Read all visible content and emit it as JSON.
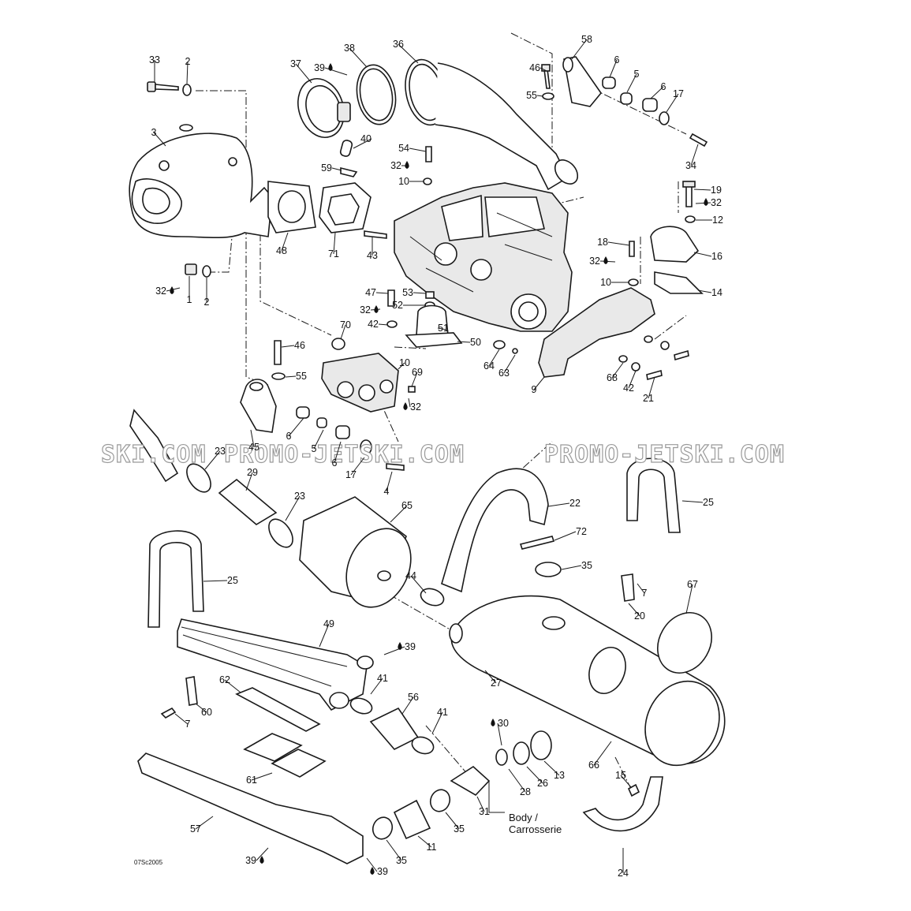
{
  "diagram": {
    "reference_code": "07Sc2005",
    "watermarks": [
      "SKI.COM",
      "PROMO-JETSKI.COM",
      "PROMO-JETSKI.COM"
    ],
    "note_lines": [
      "Body /",
      "Carrosserie"
    ],
    "sealant_icon": "droplet-icon",
    "callouts": [
      "33",
      "2",
      "38",
      "39",
      "37",
      "36",
      "58",
      "46",
      "6",
      "5",
      "6",
      "17",
      "55",
      "34",
      "3",
      "40",
      "54",
      "32",
      "59",
      "10",
      "19",
      "32",
      "12",
      "48",
      "71",
      "43",
      "18",
      "32",
      "16",
      "32",
      "1",
      "2",
      "47",
      "53",
      "32",
      "52",
      "42",
      "51",
      "50",
      "10",
      "14",
      "70",
      "46",
      "55",
      "64",
      "63",
      "68",
      "42",
      "21",
      "10",
      "69",
      "32",
      "9",
      "45",
      "6",
      "5",
      "6",
      "17",
      "4",
      "23",
      "29",
      "23",
      "65",
      "22",
      "25",
      "72",
      "35",
      "25",
      "44",
      "67",
      "7",
      "20",
      "49",
      "39",
      "41",
      "62",
      "60",
      "56",
      "7",
      "41",
      "30",
      "27",
      "13",
      "26",
      "28",
      "66",
      "61",
      "31",
      "15",
      "57",
      "35",
      "11",
      "35",
      "39",
      "39",
      "24"
    ]
  }
}
